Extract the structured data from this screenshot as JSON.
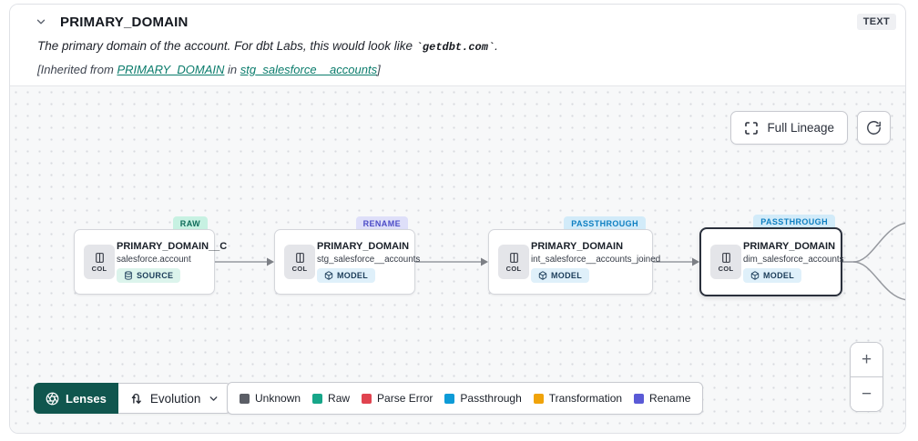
{
  "header": {
    "title": "PRIMARY_DOMAIN",
    "type_badge": "TEXT",
    "description": {
      "prefix": "The primary domain of the account. For dbt Labs, this would look like ",
      "code": "`getdbt.com`",
      "suffix": "."
    },
    "inherited": {
      "prefix": "[Inherited from ",
      "column_link": "PRIMARY_DOMAIN",
      "middle": " in ",
      "model_link": "stg_salesforce__accounts",
      "suffix": "]"
    }
  },
  "toolbar": {
    "full_lineage": "Full Lineage"
  },
  "labels": {
    "col": "COL"
  },
  "nodes": [
    {
      "name": "PRIMARY_DOMAIN__C",
      "model": "salesforce.account",
      "resource_type": "SOURCE",
      "status": "RAW",
      "selected": false
    },
    {
      "name": "PRIMARY_DOMAIN",
      "model": "stg_salesforce__accounts",
      "resource_type": "MODEL",
      "status": "RENAME",
      "selected": false
    },
    {
      "name": "PRIMARY_DOMAIN",
      "model": "int_salesforce__accounts_joined",
      "resource_type": "MODEL",
      "status": "PASSTHROUGH",
      "selected": false
    },
    {
      "name": "PRIMARY_DOMAIN",
      "model": "dim_salesforce_accounts",
      "resource_type": "MODEL",
      "status": "PASSTHROUGH",
      "selected": true
    }
  ],
  "lenses": {
    "button": "Lenses",
    "selected": "Evolution"
  },
  "legend": [
    {
      "label": "Unknown",
      "color": "#5B5E66"
    },
    {
      "label": "Raw",
      "color": "#17A689"
    },
    {
      "label": "Parse Error",
      "color": "#E0434F"
    },
    {
      "label": "Passthrough",
      "color": "#0D9BD7"
    },
    {
      "label": "Transformation",
      "color": "#F0A30A"
    },
    {
      "label": "Rename",
      "color": "#5A5AD6"
    }
  ],
  "zoom": {
    "in": "+",
    "out": "−"
  },
  "colors": {
    "accent_teal_link": "#0B7C6C",
    "lenses_button_bg": "#10564E",
    "canvas_bg": "#F7F8F9",
    "status": {
      "raw_bg": "#C7F1E2",
      "raw_text": "#0D6B59",
      "rename_bg": "#DEDFF9",
      "rename_text": "#4B4BC6",
      "passthrough_bg": "#D2EBF9",
      "passthrough_text": "#0E7FC1"
    }
  }
}
